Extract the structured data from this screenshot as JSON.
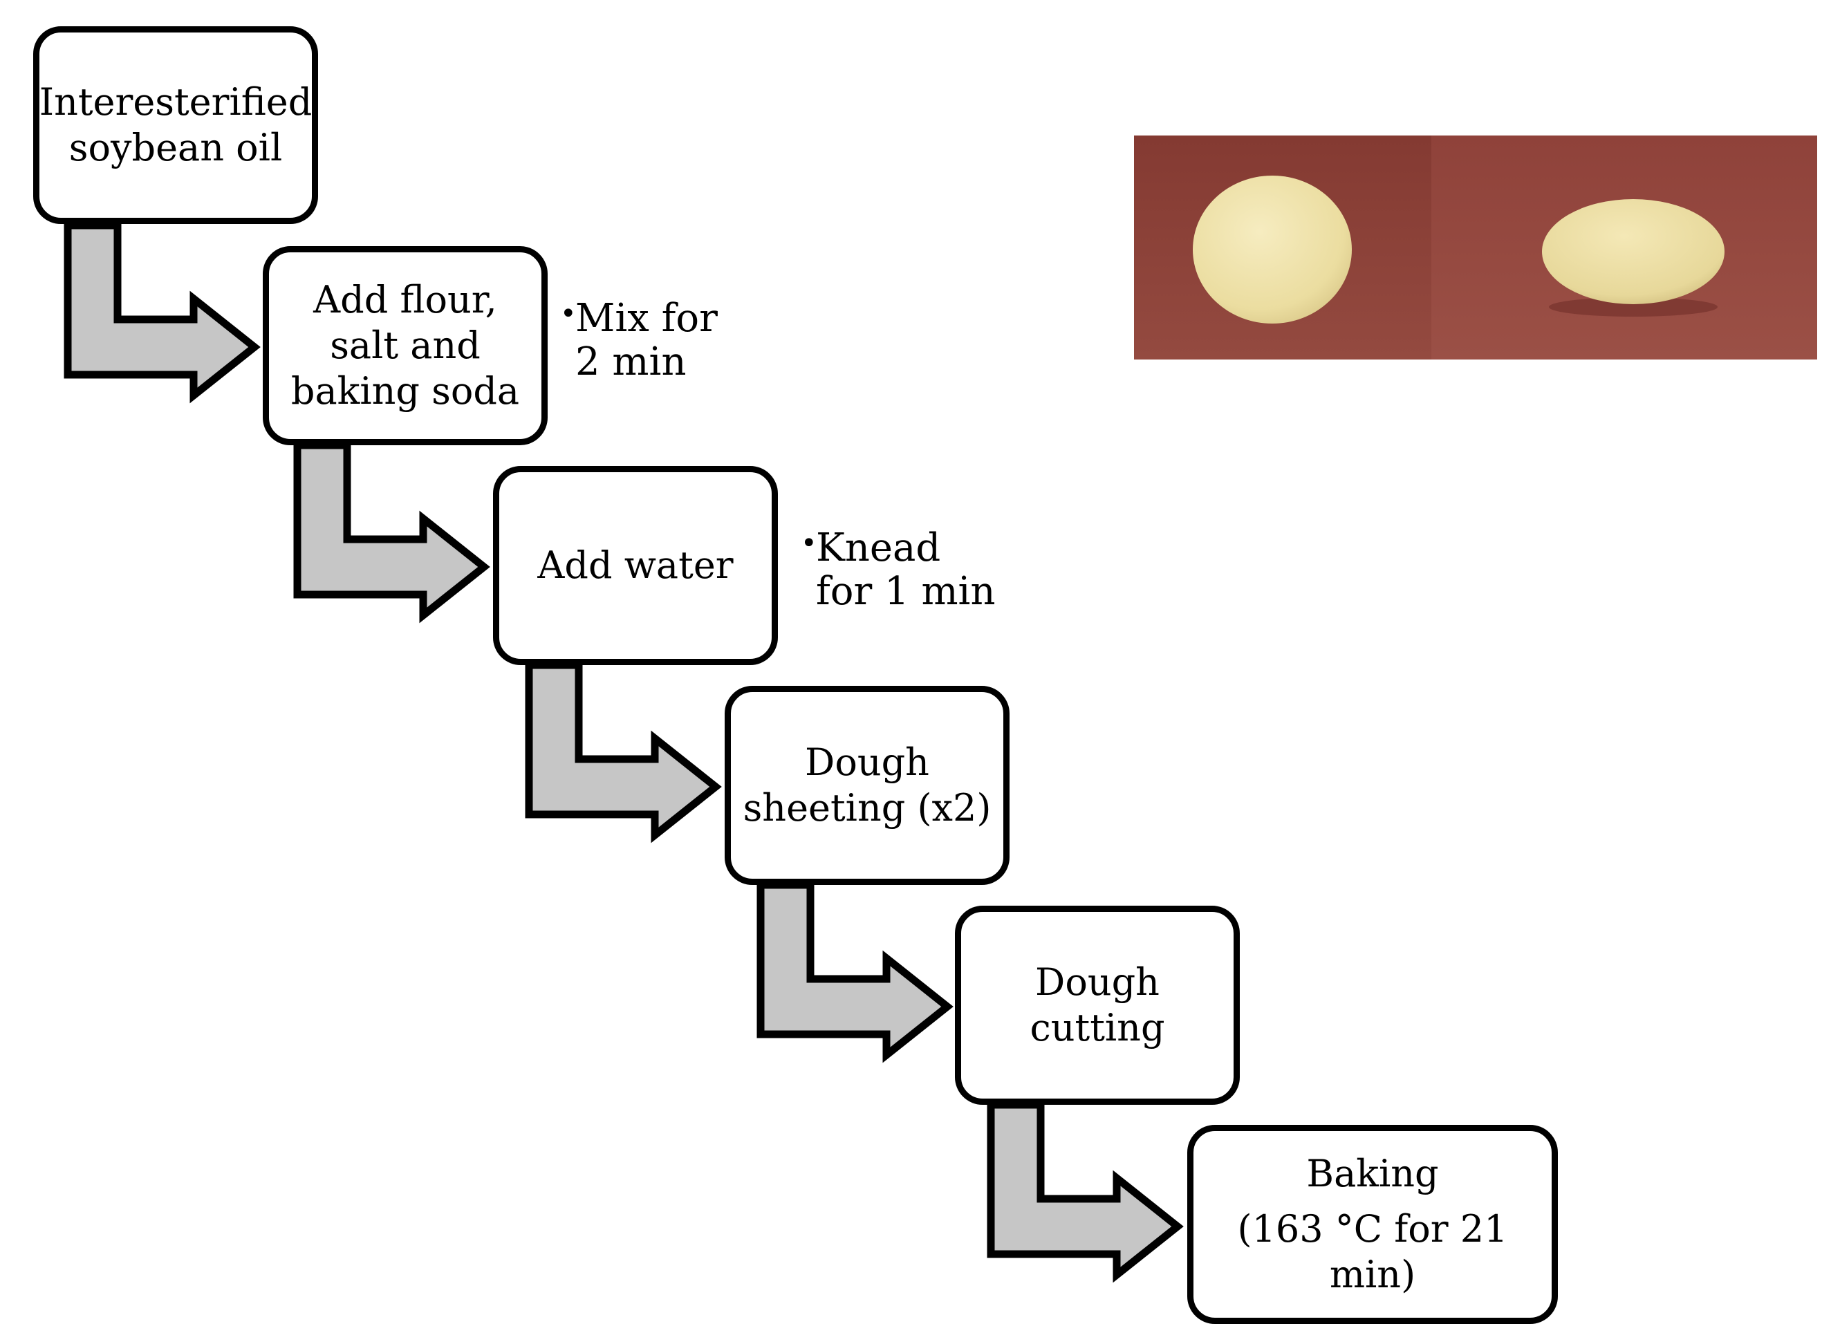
{
  "steps": [
    {
      "lines": [
        "Interesterified",
        "soybean oil"
      ]
    },
    {
      "lines": [
        "Add flour,",
        "salt and",
        "baking soda"
      ]
    },
    {
      "lines": [
        "Add water"
      ]
    },
    {
      "lines": [
        "Dough",
        "sheeting (x2)"
      ]
    },
    {
      "lines": [
        "Dough",
        "cutting"
      ]
    },
    {
      "lines": [
        "Baking",
        "(163 °C  for 21 min)"
      ]
    }
  ],
  "notes": [
    {
      "lines": [
        "Mix for",
        "2 min"
      ]
    },
    {
      "lines": [
        "Knead",
        "for 1 min"
      ]
    }
  ],
  "colors": {
    "arrow_fill": "#c6c6c6",
    "stroke": "#000000",
    "photo_background": "#8c3c34",
    "dough": "#eee3a8"
  }
}
